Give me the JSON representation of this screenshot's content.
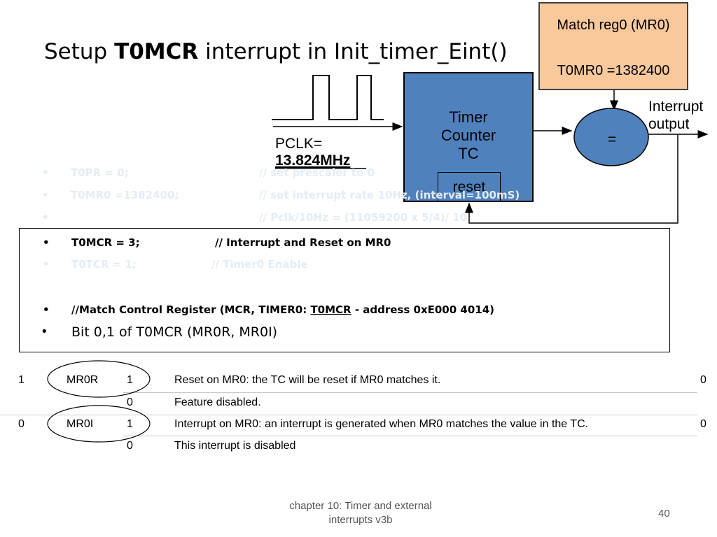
{
  "slide": {
    "title_prefix": "Setup ",
    "title_bold": "T0MCR",
    "title_suffix": " interrupt in Init_timer_Eint()"
  },
  "diagram": {
    "match_box": {
      "line1": "Match reg0 (MR0)",
      "line2": "T0MR0 =1382400"
    },
    "timer_box": {
      "line1": "Timer",
      "line2": "Counter",
      "line3": "TC"
    },
    "reset_label": "reset",
    "pclk_label": "PCLK=",
    "pclk_freq": "13.824MHz",
    "comparator_label": "=",
    "interrupt_label_line1": "Interrupt",
    "interrupt_label_line2": "output"
  },
  "faded_lines": [
    {
      "code": "T0PR = 0;",
      "comment": "// set prescaler to 0"
    },
    {
      "code": "T0MR0 =1382400;",
      "comment": "// set interrupt rate 10Hz, (interval=100mS)"
    },
    {
      "code": "",
      "comment": "// Pclk/10Hz = (11059200 x 5/4)/ 10"
    }
  ],
  "code_box": {
    "line1_code": "T0MCR = 3;",
    "line1_comment": "// Interrupt and Reset on MR0",
    "line2_code": "T0TCR = 1;",
    "line2_comment": "// Timer0 Enable",
    "line3_prefix": "//Match Control Register (MCR, TIMER0: ",
    "line3_underlined": "T0MCR",
    "line3_suffix": " - address 0xE000 4014)",
    "line4": "Bit 0,1 of T0MCR (MR0R, MR0I)"
  },
  "table": {
    "rows": [
      {
        "bit": "1",
        "symbol": "MR0R",
        "value": "1",
        "description": "Reset on MR0: the TC will be reset if MR0 matches it.",
        "reset": "0"
      },
      {
        "bit": "",
        "symbol": "",
        "value": "0",
        "description": "Feature disabled.",
        "reset": ""
      },
      {
        "bit": "0",
        "symbol": "MR0I",
        "value": "1",
        "description": "Interrupt on MR0: an interrupt is generated when MR0 matches the value in the TC.",
        "reset": "0"
      },
      {
        "bit": "",
        "symbol": "",
        "value": "0",
        "description": "This interrupt is disabled",
        "reset": ""
      }
    ]
  },
  "footer": {
    "line1": "chapter 10: Timer and external",
    "line2": "interrupts v3b",
    "page_number": "40"
  },
  "colors": {
    "match_box": "#f9c89b",
    "timer_box": "#4f81bd",
    "comparator": "#4f81bd",
    "faded_text": "#e4ecf4"
  }
}
